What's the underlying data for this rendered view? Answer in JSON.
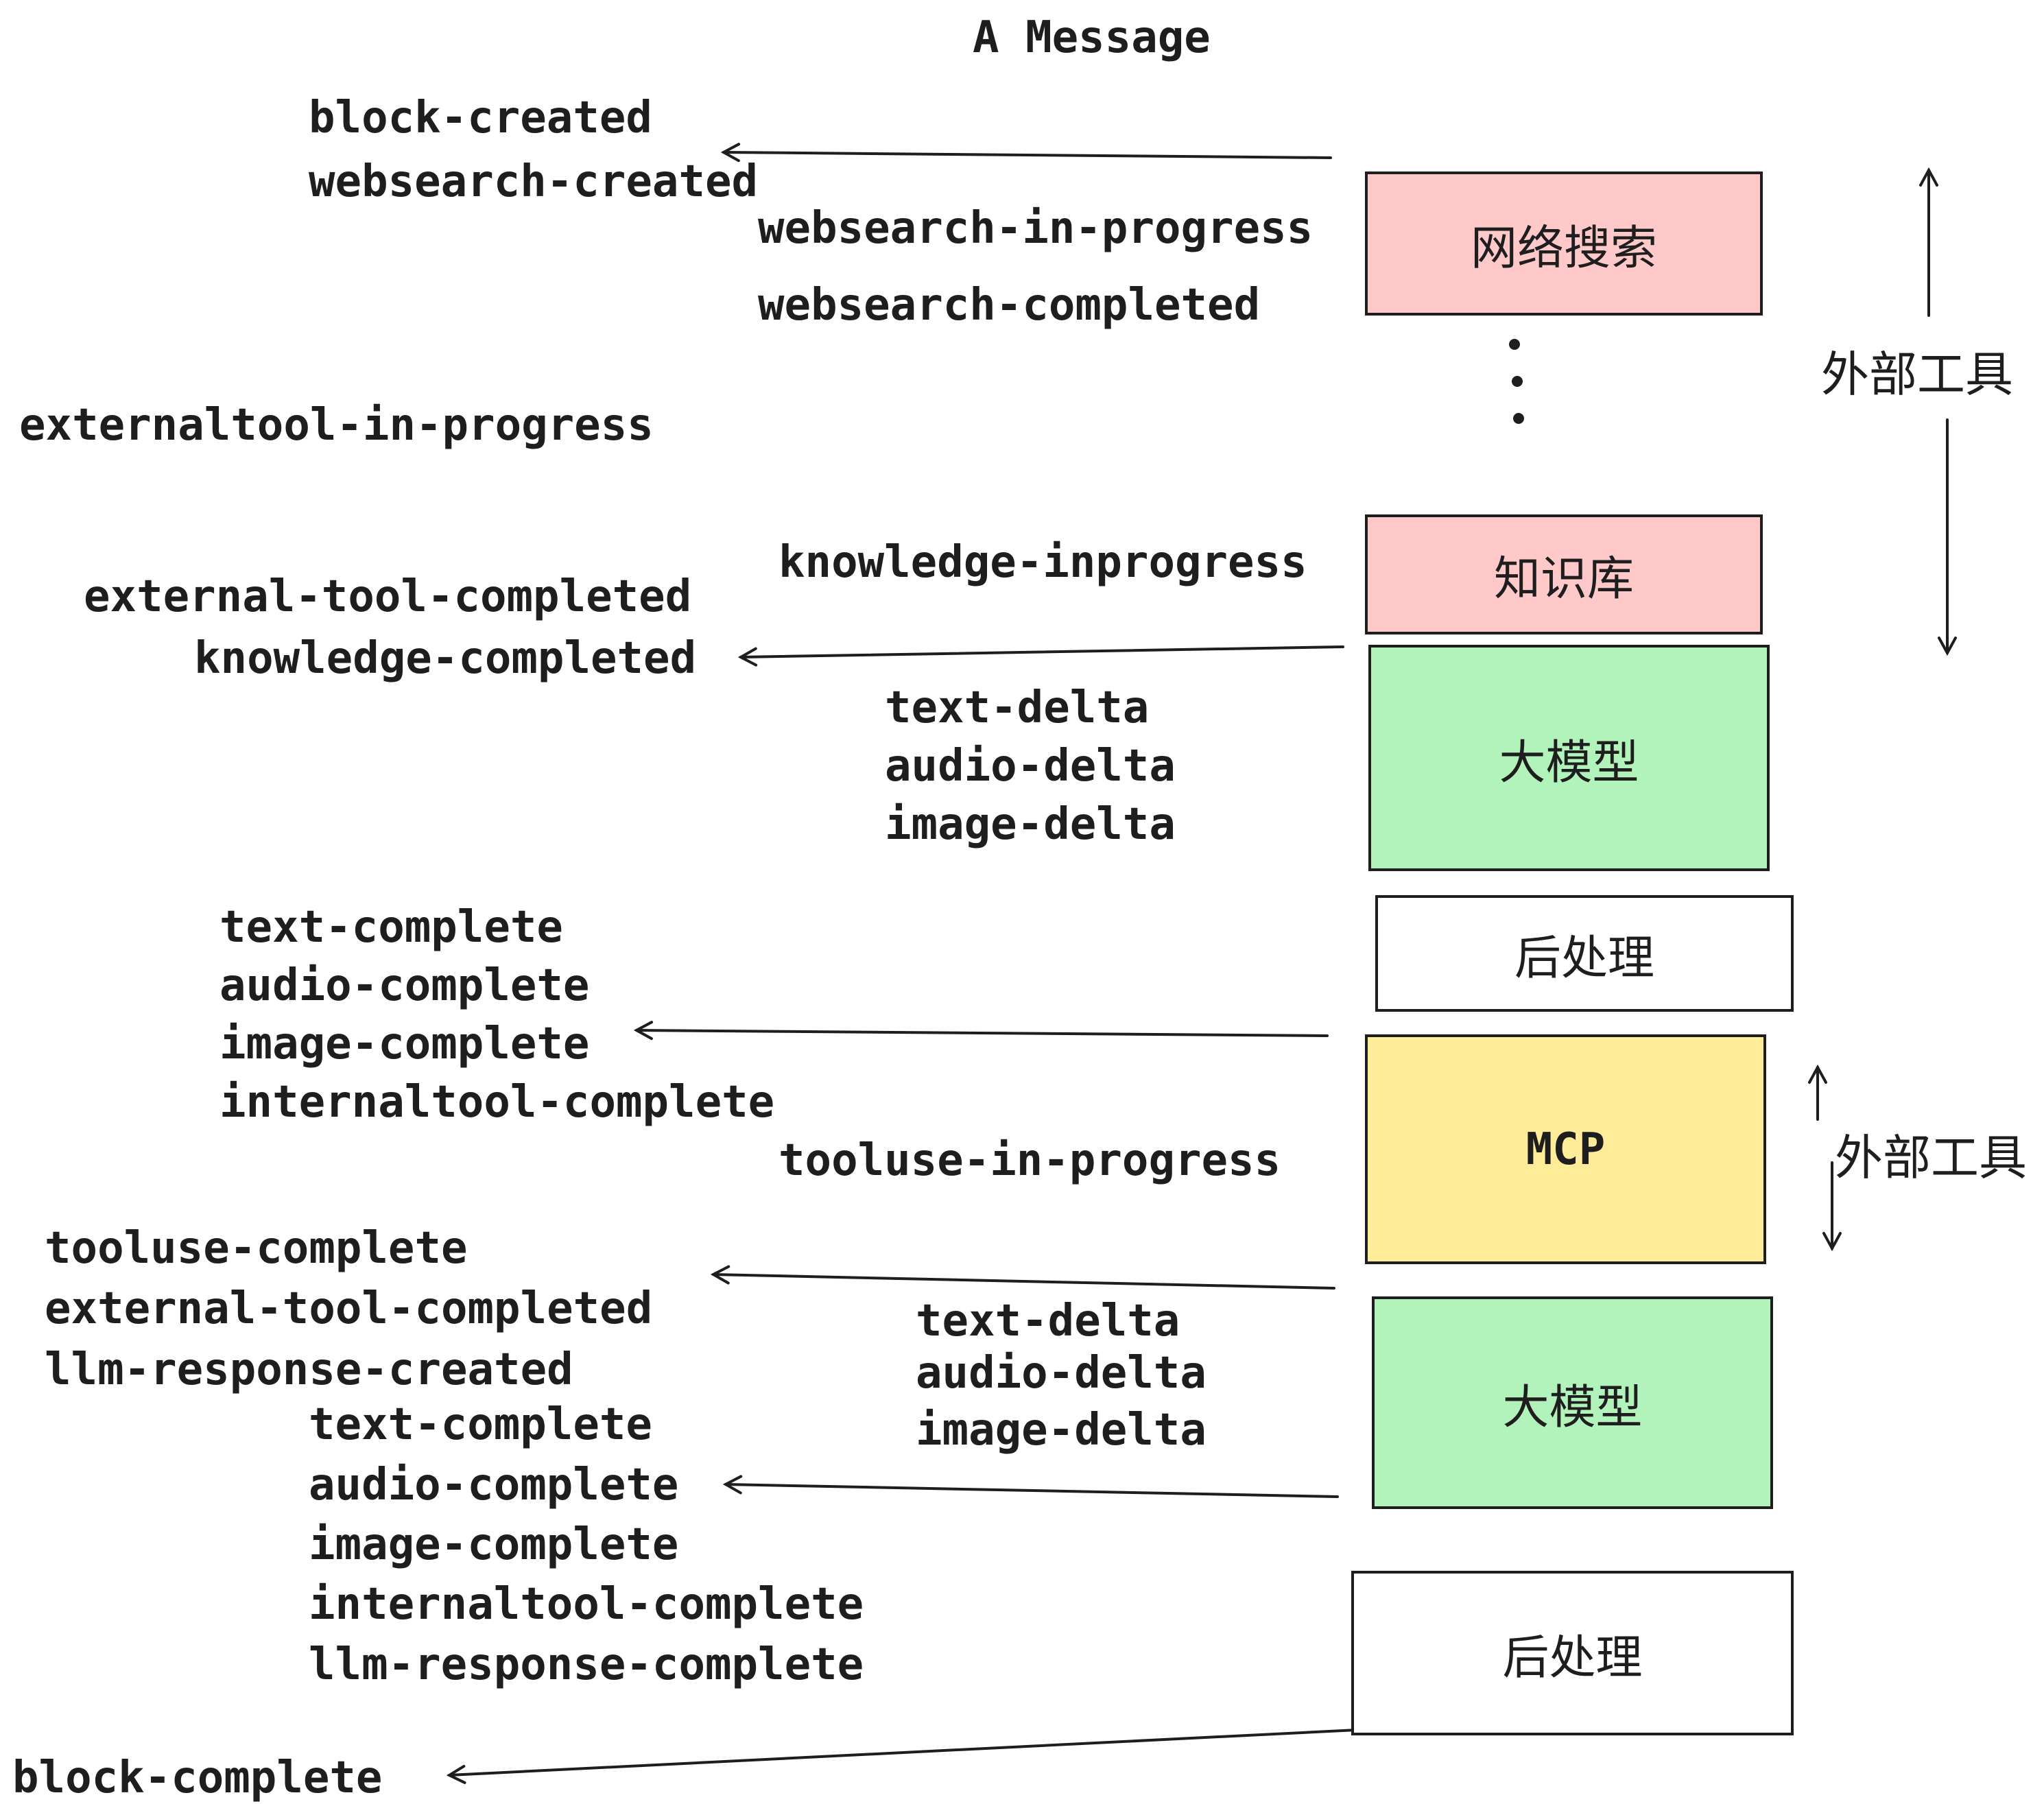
{
  "title": "A Message",
  "colors": {
    "box_border": "#1e1e1e",
    "text": "#1e1e1e",
    "pink": "#ffc9c9",
    "green": "#b2f2bb",
    "yellow": "#ffec99",
    "white": "#ffffff"
  },
  "events": [
    {
      "text": "block-created"
    },
    {
      "text": "websearch-created"
    },
    {
      "text": "websearch-in-progress"
    },
    {
      "text": "websearch-completed"
    },
    {
      "text": "externaltool-in-progress"
    },
    {
      "text": "knowledge-inprogress"
    },
    {
      "text": "external-tool-completed"
    },
    {
      "text": "knowledge-completed"
    },
    {
      "text": "text-delta"
    },
    {
      "text": "audio-delta"
    },
    {
      "text": "image-delta"
    },
    {
      "text": "text-complete"
    },
    {
      "text": "audio-complete"
    },
    {
      "text": "image-complete"
    },
    {
      "text": "internaltool-complete"
    },
    {
      "text": "tooluse-in-progress"
    },
    {
      "text": "tooluse-complete"
    },
    {
      "text": "external-tool-completed"
    },
    {
      "text": "llm-response-created"
    },
    {
      "text": "text-delta"
    },
    {
      "text": "audio-delta"
    },
    {
      "text": "image-delta"
    },
    {
      "text": "text-complete"
    },
    {
      "text": "audio-complete"
    },
    {
      "text": "image-complete"
    },
    {
      "text": "internaltool-complete"
    },
    {
      "text": "llm-response-complete"
    },
    {
      "text": "block-complete"
    }
  ],
  "boxes": [
    {
      "label": "网络搜索",
      "color": "#ffc9c9"
    },
    {
      "label": "知识库",
      "color": "#ffc9c9"
    },
    {
      "label": "大模型",
      "color": "#b2f2bb"
    },
    {
      "label": "后处理",
      "color": "#ffffff"
    },
    {
      "label": "MCP",
      "color": "#ffec99"
    },
    {
      "label": "大模型",
      "color": "#b2f2bb"
    },
    {
      "label": "后处理",
      "color": "#ffffff"
    }
  ],
  "side_labels": [
    {
      "text": "外部工具"
    },
    {
      "text": "外部工具"
    }
  ]
}
